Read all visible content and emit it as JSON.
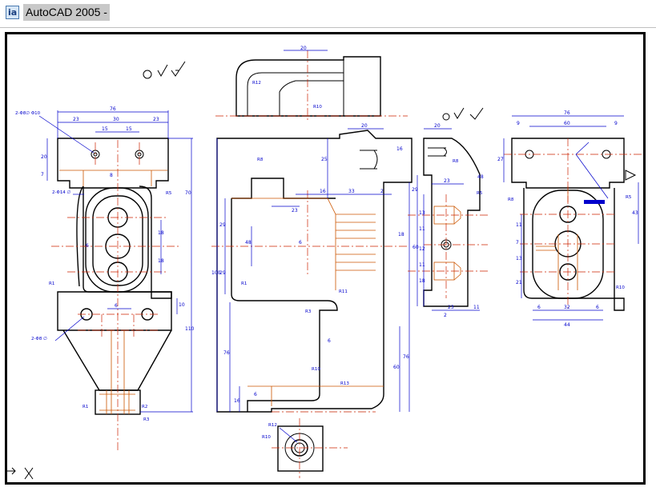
{
  "window": {
    "title": "AutoCAD 2005 -",
    "icon_name": "autocad-app-icon"
  },
  "drawing": {
    "colors": {
      "outline": "#000000",
      "dimension": "#0000cc",
      "center": "#cc2200",
      "hidden": "#cc5500"
    },
    "dims": {
      "top_width": "76",
      "d23a": "23",
      "d30": "30",
      "d23b": "23",
      "d15a": "15",
      "d15b": "15",
      "d20a": "20",
      "d7": "7",
      "d8": "8",
      "d6": "6",
      "d18a": "18",
      "d18b": "18",
      "d70": "70",
      "d110": "110",
      "d10": "10",
      "d20b": "20",
      "d16a": "16",
      "d25": "25",
      "d16b": "16",
      "d33": "33",
      "d2": "2",
      "d23c": "23",
      "d29a": "29",
      "d29b": "29",
      "d48": "48",
      "d6b": "6",
      "d18c": "18",
      "d76a": "76",
      "d16c": "16",
      "d6c": "6",
      "d100": "100",
      "d60": "60",
      "d76b": "76",
      "d20c": "20",
      "d29c": "29",
      "d48b": "48",
      "d13": "13",
      "d11": "11",
      "d12": "12",
      "d18d": "18",
      "d60b": "60",
      "d23d": "23",
      "d11b": "11",
      "d2b": "2",
      "r_d76": "76",
      "r_d60": "60",
      "r_d9a": "9",
      "r_d9b": "9",
      "r_d27": "27",
      "r_d43": "43",
      "r_d11": "11",
      "r_d7": "7",
      "r_d13": "13",
      "r_d21": "21",
      "r_d6a": "6",
      "r_d6b": "6",
      "r_d32": "32",
      "r_d44": "44",
      "note1": "2-Φ8∅ Φ10",
      "note2": "2-Φ14 ∅",
      "note3": "2-Φ8 ∅",
      "r1": "R1",
      "r2": "R2",
      "r3": "R3",
      "r13": "R13",
      "r11": "R11",
      "r3b": "R3",
      "r12": "R12",
      "r10": "R10",
      "r8": "R8",
      "r5": "R5"
    }
  }
}
